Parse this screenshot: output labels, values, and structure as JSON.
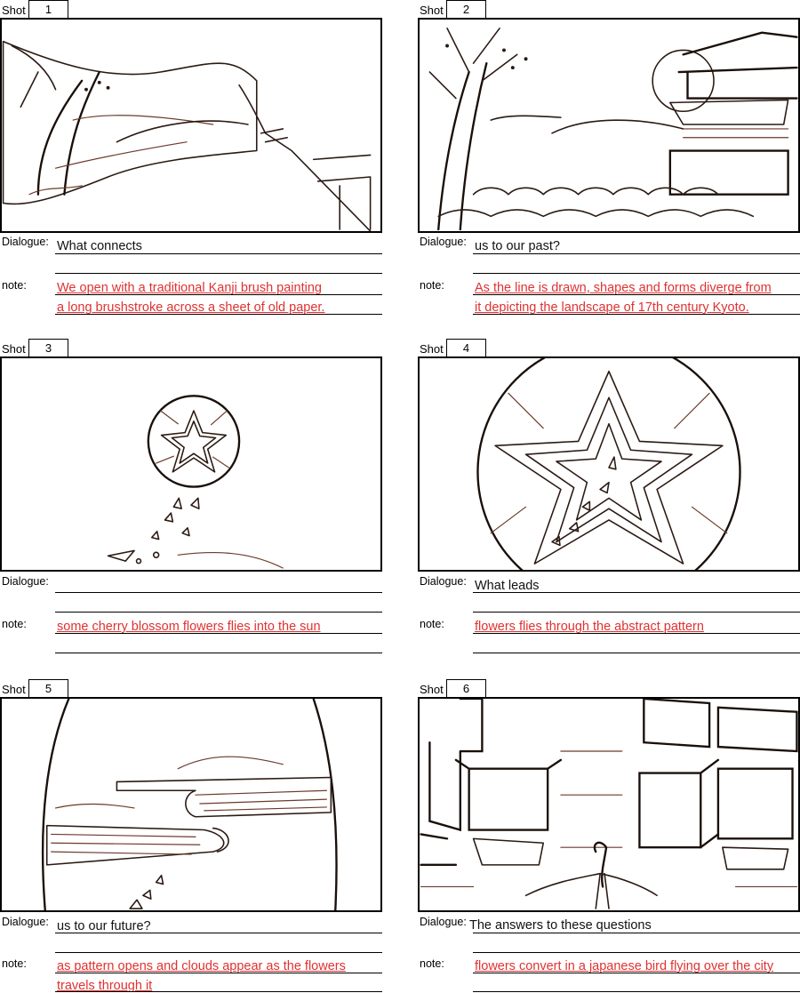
{
  "labels": {
    "shot": "Shot",
    "dialogue": "Dialogue:",
    "note": "note:"
  },
  "panels": [
    {
      "number": "1",
      "dialogue": [
        "What connects",
        ""
      ],
      "note": [
        "We open with a traditional Kanji brush painting",
        "a long brushstroke across a sheet of old paper."
      ]
    },
    {
      "number": "2",
      "dialogue": [
        "us to our past?",
        ""
      ],
      "note": [
        " As the line is drawn, shapes and forms diverge from",
        "it depicting the landscape of 17th century Kyoto."
      ]
    },
    {
      "number": "3",
      "dialogue": [
        "",
        ""
      ],
      "note": [
        "some cherry blossom flowers flies into the sun",
        ""
      ]
    },
    {
      "number": "4",
      "dialogue": [
        "What leads",
        ""
      ],
      "note": [
        "flowers flies through the abstract pattern",
        ""
      ]
    },
    {
      "number": "5",
      "dialogue": [
        "us to our future?",
        ""
      ],
      "note": [
        "as pattern opens and clouds appear as the flowers",
        "travels through it"
      ]
    },
    {
      "number": "6",
      "dialogue": [
        "The answers to these questions",
        ""
      ],
      "note": [
        "flowers convert in a japanese bird flying over the city",
        ""
      ]
    }
  ],
  "colors": {
    "note_text": "#e03131",
    "sketch_ink": "#2b1a12"
  }
}
